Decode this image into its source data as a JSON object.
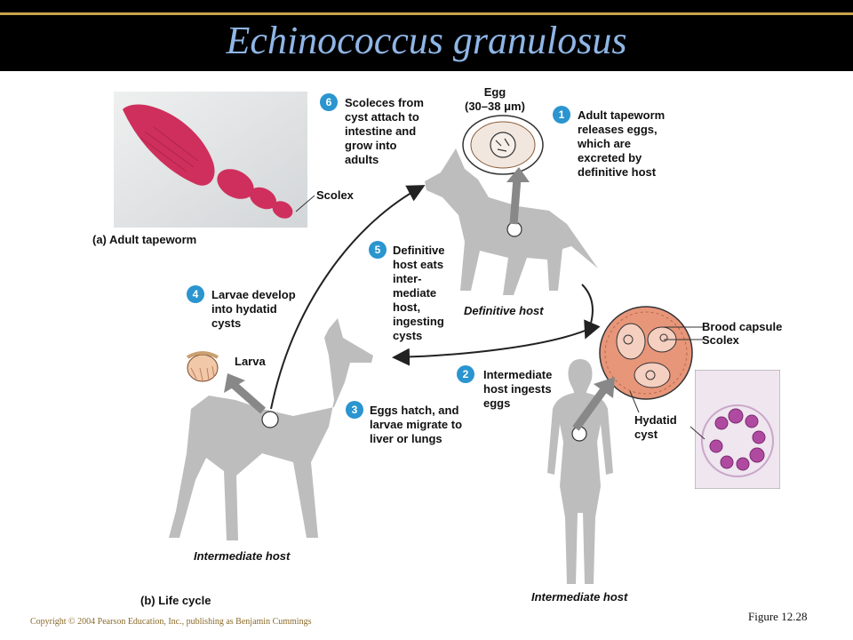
{
  "title": "Echinococcus granulosus",
  "part_labels": {
    "a": "(a) Adult tapeworm",
    "b": "(b) Life cycle"
  },
  "labels": {
    "scolex_photo": "Scolex",
    "egg": "Egg\n(30–38 μm)",
    "larva": "Larva",
    "definitive_host": "Definitive host",
    "intermediate_host_deer": "Intermediate host",
    "intermediate_host_human": "Intermediate host",
    "brood_capsule": "Brood capsule",
    "scolex_cyst": "Scolex",
    "hydatid_cyst": "Hydatid\ncyst"
  },
  "steps": [
    {
      "num": "1",
      "text": "Adult tapeworm\nreleases eggs,\nwhich are\nexcreted by\ndefinitive host"
    },
    {
      "num": "2",
      "text": "Intermediate\nhost ingests\neggs"
    },
    {
      "num": "3",
      "text": "Eggs hatch, and\nlarvae migrate to\nliver or lungs"
    },
    {
      "num": "4",
      "text": "Larvae develop\ninto hydatid\ncysts"
    },
    {
      "num": "5",
      "text": "Definitive\nhost eats\ninter-\nmediate\nhost,\ningesting\ncysts"
    },
    {
      "num": "6",
      "text": "Scoleces from\ncyst attach to\nintestine and\ngrow into\nadults"
    }
  ],
  "footer": {
    "copyright": "Copyright © 2004 Pearson Education, Inc., publishing as Benjamin Cummings",
    "figure": "Figure 12.28"
  },
  "colors": {
    "header_bg": "#000000",
    "title": "#8fb6e6",
    "rule": "#c9a24a",
    "step_badge": "#2a95cf",
    "host_silhouette": "#bdbdbd",
    "cyst_fill": "#e8967a",
    "tapeworm": "#d0305a",
    "copyright": "#8a6a2a"
  }
}
